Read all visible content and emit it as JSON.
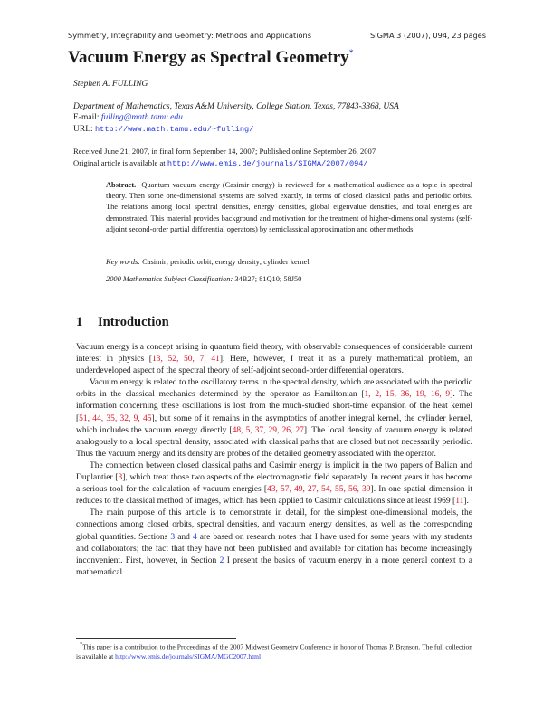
{
  "running_header": {
    "journal": "Symmetry, Integrability and Geometry: Methods and Applications",
    "citation": "SIGMA 3 (2007), 094, 23 pages"
  },
  "title": "Vacuum Energy as Spectral Geometry",
  "title_footnote_mark": "*",
  "author": "Stephen A. FULLING",
  "affiliation": "Department of Mathematics, Texas A&M University, College Station, Texas, 77843-3368, USA",
  "email": {
    "label": "E-mail:",
    "value": "fulling@math.tamu.edu"
  },
  "url": {
    "label": "URL:",
    "value": "http://www.math.tamu.edu/~fulling/"
  },
  "received": "Received June 21, 2007, in final form September 14, 2007; Published online September 26, 2007",
  "original_article": {
    "label": "Original article is available at",
    "url": "http://www.emis.de/journals/SIGMA/2007/094/"
  },
  "abstract": {
    "label": "Abstract.",
    "text": "Quantum vacuum energy (Casimir energy) is reviewed for a mathematical audience as a topic in spectral theory. Then some one-dimensional systems are solved exactly, in terms of closed classical paths and periodic orbits. The relations among local spectral densities, energy densities, global eigenvalue densities, and total energies are demonstrated. This material provides background and motivation for the treatment of higher-dimensional systems (self-adjoint second-order partial differential operators) by semiclassical approximation and other methods."
  },
  "keywords": {
    "label": "Key words:",
    "value": "Casimir; periodic orbit; energy density; cylinder kernel"
  },
  "msc": {
    "label": "2000 Mathematics Subject Classification:",
    "value": "34B27; 81Q10; 58J50"
  },
  "section": {
    "number": "1",
    "title": "Introduction"
  },
  "paragraphs": [
    {
      "t1": "Vacuum energy is a concept arising in quantum field theory, with observable consequences of considerable current interest in physics [",
      "c1": "13, 52, 50, 7, 41",
      "t2": "]. Here, however, I treat it as a purely mathematical problem, an underdeveloped aspect of the spectral theory of self-adjoint second-order differential operators."
    },
    {
      "t1": "Vacuum energy is related to the oscillatory terms in the spectral density, which are associated with the periodic orbits in the classical mechanics determined by the operator as Hamiltonian [",
      "c1": "1, 2, 15, 36, 19, 16, 9",
      "t2": "]. The information concerning these oscillations is lost from the much-studied short-time expansion of the heat kernel [",
      "c2": "51, 44, 35, 32, 9, 45",
      "t3": "], but some of it remains in the asymptotics of another integral kernel, the cylinder kernel, which includes the vacuum energy directly [",
      "c3": "48, 5, 37, 29, 26, 27",
      "t4": "]. The local density of vacuum energy is related analogously to a local spectral density, associated with classical paths that are closed but not necessarily periodic. Thus the vacuum energy and its density are probes of the detailed geometry associated with the operator."
    },
    {
      "t1": "The connection between closed classical paths and Casimir energy is implicit in the two papers of Balian and Duplantier [",
      "c1": "3",
      "t2": "], which treat those two aspects of the electromagnetic field separately. In recent years it has become a serious tool for the calculation of vacuum energies [",
      "c2": "43, 57, 49, 27, 54, 55, 56, 39",
      "t3": "]. In one spatial dimension it reduces to the classical method of images, which has been applied to Casimir calculations since at least 1969 [",
      "c3": "11",
      "t4": "]."
    },
    {
      "t1": "The main purpose of this article is to demonstrate in detail, for the simplest one-dimensional models, the connections among closed orbits, spectral densities, and vacuum energy densities, as well as the corresponding global quantities. Sections ",
      "r1": "3",
      "t2": " and ",
      "r2": "4",
      "t3": " are based on research notes that I have used for some years with my students and collaborators; the fact that they have not been published and available for citation has become increasingly inconvenient. First, however, in Section ",
      "r3": "2",
      "t4": " I present the basics of vacuum energy in a more general context to a mathematical"
    }
  ],
  "footnote": {
    "mark": "*",
    "text": "This paper is a contribution to the Proceedings of the 2007 Midwest Geometry Conference in honor of Thomas P. Branson. The full collection is available at ",
    "url": "http://www.emis.de/journals/SIGMA/MGC2007.html"
  },
  "colors": {
    "link": "#2233dd",
    "citation": "#e01020",
    "text": "#1a1a1a"
  }
}
